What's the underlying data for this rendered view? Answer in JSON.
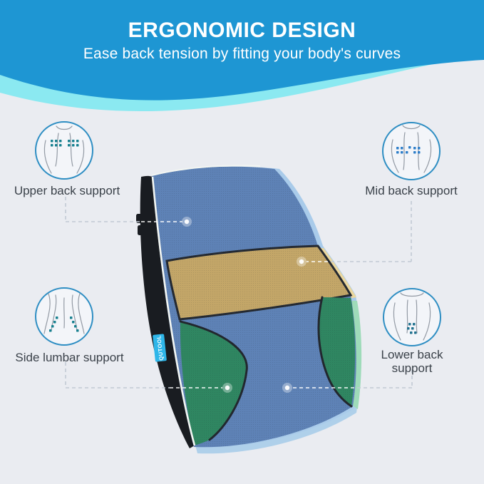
{
  "header": {
    "title": "ERGONOMIC DESIGN",
    "subtitle": "Ease back tension by fitting your body's curves",
    "background_color": "#1E96D3",
    "wave_accent_color": "#8BE9F1",
    "text_color": "#FFFFFF"
  },
  "canvas": {
    "background_color": "#EAECF1"
  },
  "callouts": [
    {
      "id": "upper-back",
      "label": "Upper back support"
    },
    {
      "id": "mid-back",
      "label": "Mid back support"
    },
    {
      "id": "side-lumbar",
      "label": "Side lumbar support"
    },
    {
      "id": "lower-back",
      "label": "Lower back support"
    }
  ],
  "product": {
    "brand_tag": "QUTOOL",
    "zone_colors": {
      "mesh_blue": "#5E82B6",
      "mid_band_tan": "#C3A668",
      "lumbar_green": "#2F8661",
      "side_panel_black": "#191C21",
      "edge_highlight_blue": "#A9CBEA",
      "edge_highlight_tan": "#EBD79E",
      "edge_highlight_mint": "#9EDBB9"
    }
  }
}
